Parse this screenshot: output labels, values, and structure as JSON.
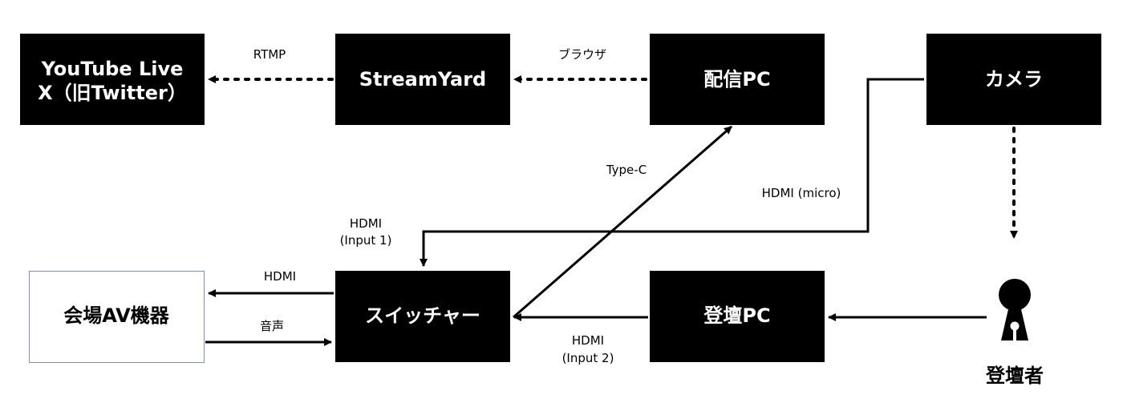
{
  "nodes": {
    "youtube": {
      "line1": "YouTube Live",
      "line2": "X（旧Twitter）"
    },
    "streamyard": {
      "label": "StreamYard"
    },
    "streaming_pc": {
      "label": "配信PC"
    },
    "camera": {
      "label": "カメラ"
    },
    "venue_av": {
      "label": "会場AV機器"
    },
    "switcher": {
      "label": "スイッチャー"
    },
    "speaker_pc": {
      "label": "登壇PC"
    },
    "speaker": {
      "label": "登壇者"
    }
  },
  "edges": {
    "rtmp": "RTMP",
    "browser": "ブラウザ",
    "type_c": "Type-C",
    "hdmi_micro": "HDMI (micro)",
    "input1_line1": "HDMI",
    "input1_line2": "(Input 1)",
    "hdmi_out": "HDMI",
    "audio": "音声",
    "input2_line1": "HDMI",
    "input2_line2": "(Input 2)"
  },
  "colors": {
    "node_fill": "#000000",
    "node_text": "#ffffff",
    "light_node_fill": "#ffffff",
    "light_node_border": "#7f94a8",
    "line": "#000000"
  }
}
